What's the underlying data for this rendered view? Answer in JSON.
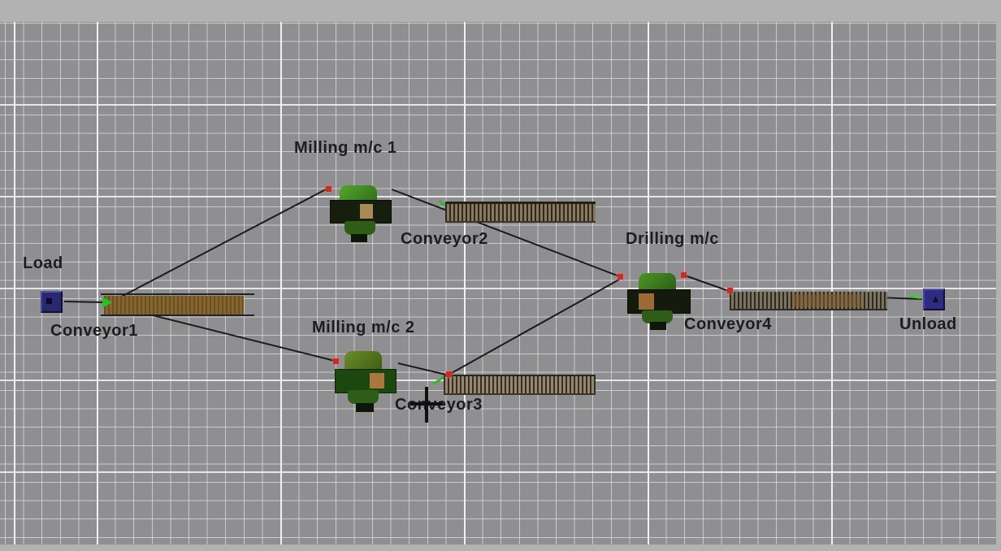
{
  "app": {
    "view": "simulation-model-canvas",
    "cursor": {
      "type": "crosshair"
    }
  },
  "stations": [
    {
      "id": "load",
      "label": "Load",
      "kind": "load-station"
    },
    {
      "id": "conveyor1",
      "label": "Conveyor1",
      "kind": "conveyor"
    },
    {
      "id": "milling1",
      "label": "Milling m/c 1",
      "kind": "machine"
    },
    {
      "id": "conveyor2",
      "label": "Conveyor2",
      "kind": "conveyor"
    },
    {
      "id": "milling2",
      "label": "Milling m/c 2",
      "kind": "machine"
    },
    {
      "id": "conveyor3",
      "label": "Conveyor3",
      "kind": "conveyor"
    },
    {
      "id": "drilling",
      "label": "Drilling m/c",
      "kind": "machine"
    },
    {
      "id": "conveyor4",
      "label": "Conveyor4",
      "kind": "conveyor"
    },
    {
      "id": "unload",
      "label": "Unload",
      "kind": "unload-station"
    }
  ],
  "connections": [
    {
      "from": "load",
      "to": "conveyor1"
    },
    {
      "from": "conveyor1",
      "to": "milling1"
    },
    {
      "from": "conveyor1",
      "to": "milling2"
    },
    {
      "from": "milling1",
      "to": "drilling",
      "via": "conveyor2"
    },
    {
      "from": "milling2",
      "to": "conveyor3"
    },
    {
      "from": "conveyor3",
      "to": "drilling"
    },
    {
      "from": "drilling",
      "to": "conveyor4"
    },
    {
      "from": "conveyor4",
      "to": "unload"
    }
  ],
  "colors": {
    "grid_background": "#8f8f91",
    "grid_line": "#dedee0",
    "label_text": "#1d1d1f",
    "station_square": "#292970",
    "conveyor_brown": "#84642f",
    "machine_green": "#3f8a20",
    "connection_line": "#1a1a1a",
    "node_marker_red": "#c2331f",
    "direction_marker_green": "#25c225"
  }
}
